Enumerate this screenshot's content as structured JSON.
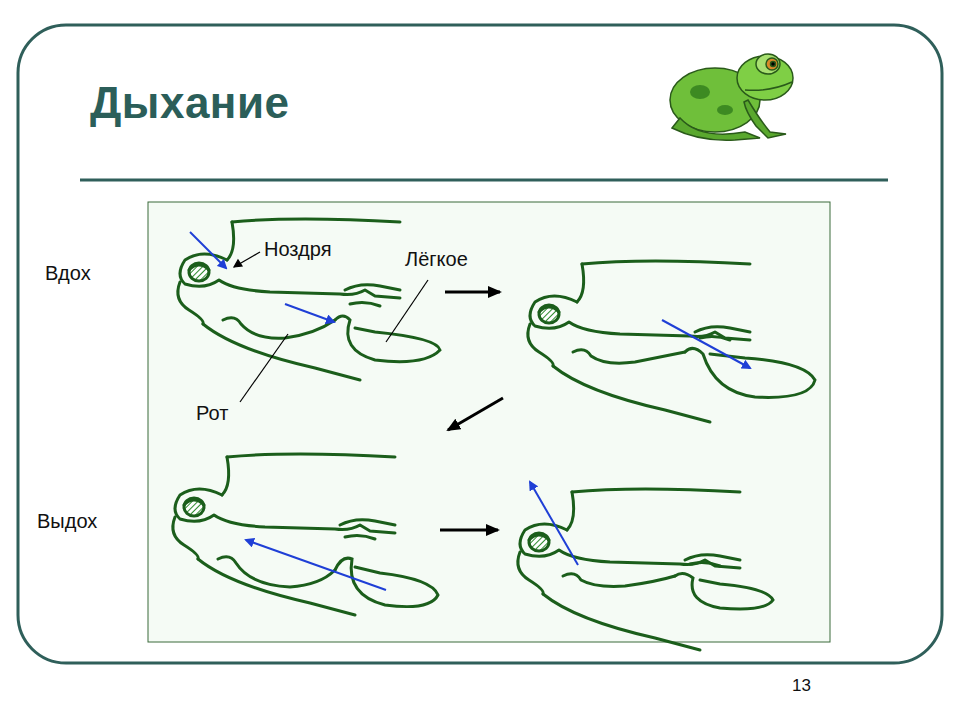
{
  "diagram": {
    "title": "Дыхание",
    "labels": [
      "Вдох",
      "Выдох",
      "Ноздря",
      "Лёгкое",
      "Рот",
      "13"
    ]
  }
}
